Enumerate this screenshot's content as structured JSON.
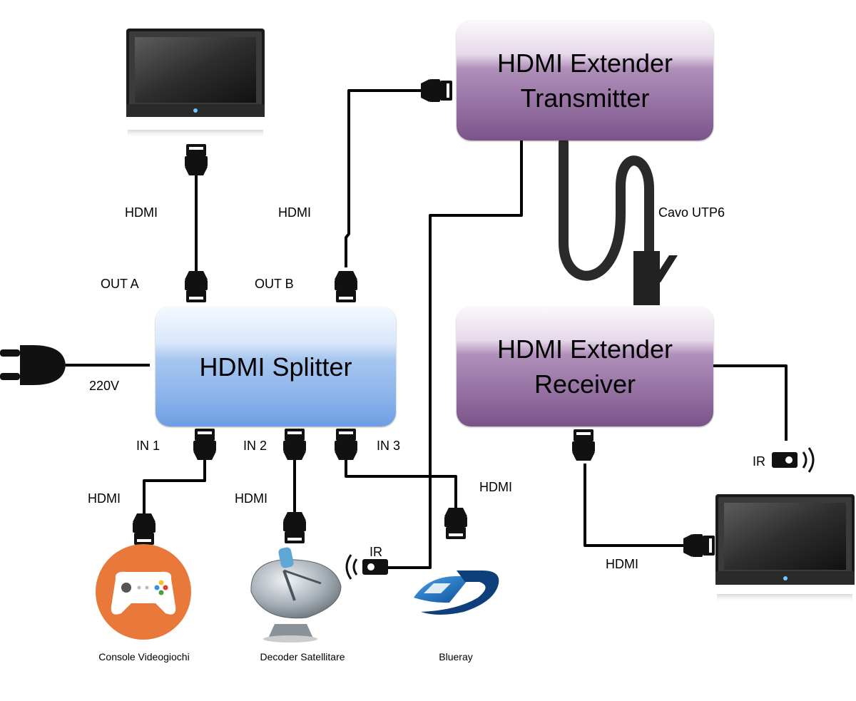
{
  "boxes": {
    "transmitter": [
      "HDMI Extender",
      "Transmitter"
    ],
    "receiver": [
      "HDMI Extender",
      "Receiver"
    ],
    "splitter": "HDMI Splitter"
  },
  "labels": {
    "hdmi": "HDMI",
    "ir": "IR",
    "out_a": "OUT A",
    "out_b": "OUT B",
    "in_1": "IN 1",
    "in_2": "IN 2",
    "in_3": "IN 3",
    "power": "220V",
    "cable": "Cavo UTP6"
  },
  "devices": {
    "console": "Console Videogiochi",
    "decoder": "Decoder Satellitare",
    "bluray": "Blueray"
  },
  "colors": {
    "extender": "#8f6a9c",
    "splitter": "#88b1ea",
    "console": "#e8793a",
    "cable": "#000000"
  },
  "icons": [
    "tv-icon",
    "hdmi-connector-icon",
    "power-plug-icon",
    "ir-sensor-icon",
    "gamepad-icon",
    "satellite-dish-icon",
    "bluray-logo-icon",
    "utp-cable-icon"
  ]
}
